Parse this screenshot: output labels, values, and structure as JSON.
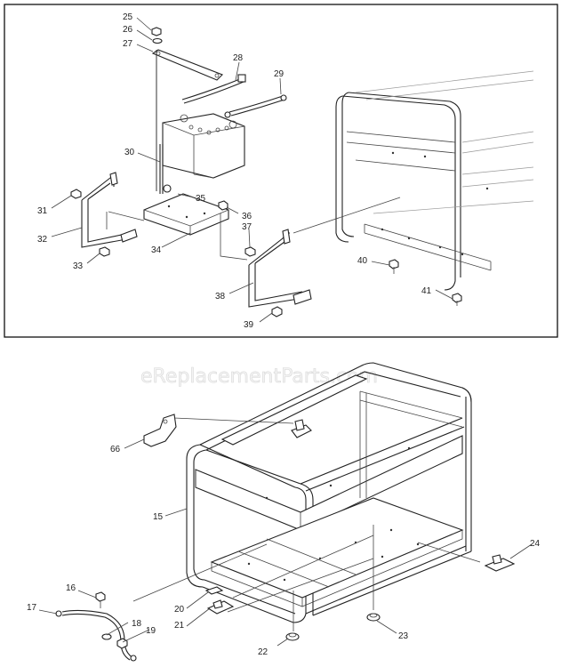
{
  "watermark": "eReplacementParts.com",
  "callouts": {
    "c15": "15",
    "c16": "16",
    "c17": "17",
    "c18": "18",
    "c19": "19",
    "c20": "20",
    "c21": "21",
    "c22": "22",
    "c23": "23",
    "c24": "24",
    "c25": "25",
    "c26": "26",
    "c27": "27",
    "c28": "28",
    "c29": "29",
    "c30": "30",
    "c31": "31",
    "c32": "32",
    "c33": "33",
    "c34": "34",
    "c35": "35",
    "c36": "36",
    "c37": "37",
    "c38": "38",
    "c39": "39",
    "c40": "40",
    "c41": "41",
    "c66": "66"
  }
}
